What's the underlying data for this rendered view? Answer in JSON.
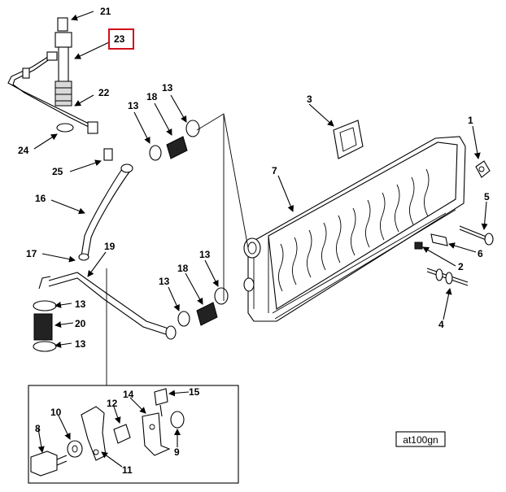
{
  "diagram": {
    "figure_code": "at100gn",
    "highlighted_callout": "23",
    "highlight_color": "#d0101b",
    "callouts": {
      "c1": "1",
      "c2": "2",
      "c3": "3",
      "c4": "4",
      "c5": "5",
      "c6": "6",
      "c7": "7",
      "c8": "8",
      "c9": "9",
      "c10": "10",
      "c11": "11",
      "c12": "12",
      "c13a": "13",
      "c13b": "13",
      "c13c": "13",
      "c13d": "13",
      "c13e": "13",
      "c13f": "13",
      "c14": "14",
      "c15": "15",
      "c16": "16",
      "c17": "17",
      "c18a": "18",
      "c18b": "18",
      "c19": "19",
      "c20": "20",
      "c21": "21",
      "c22": "22",
      "c23": "23",
      "c24": "24",
      "c25": "25"
    }
  }
}
